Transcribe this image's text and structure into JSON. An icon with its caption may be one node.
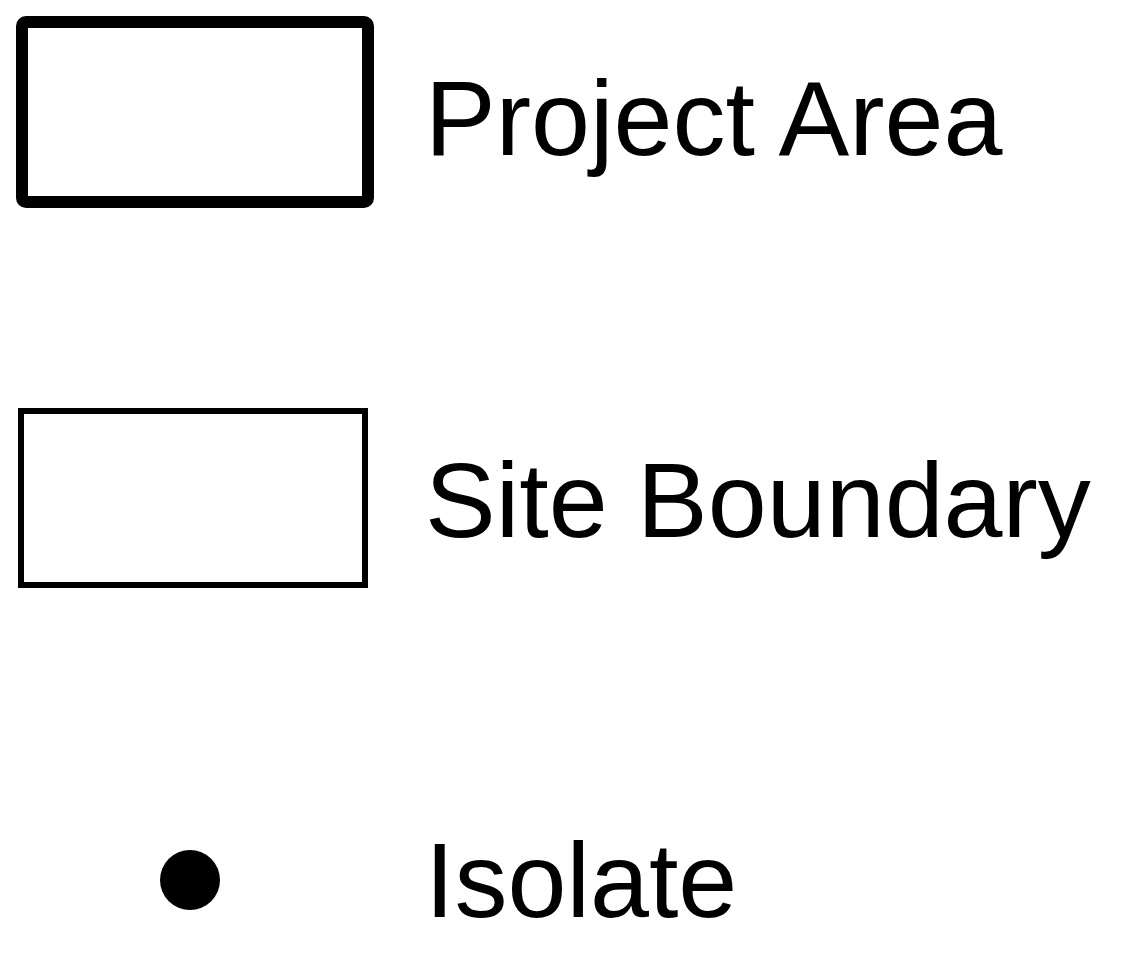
{
  "diagram": {
    "legend": [
      {
        "text": "Project Area"
      },
      {
        "text": "Site Boundary"
      },
      {
        "text": "Isolate"
      }
    ]
  }
}
